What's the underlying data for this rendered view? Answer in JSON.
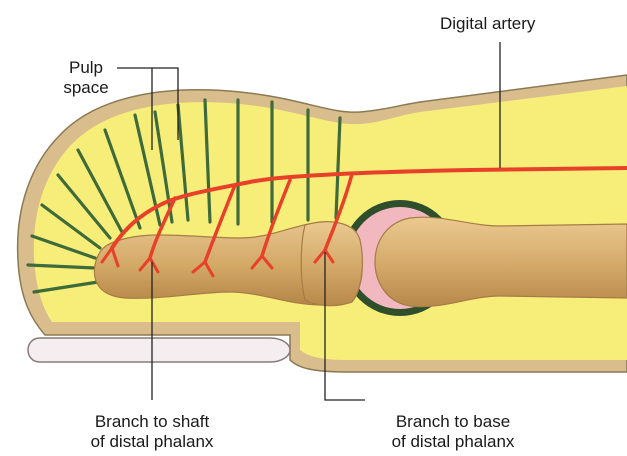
{
  "labels": {
    "digital_artery": "Digital artery",
    "pulp_space_line1": "Pulp",
    "pulp_space_line2": "space",
    "branch_shaft_line1": "Branch to shaft",
    "branch_shaft_line2": "of distal phalanx",
    "branch_base_line1": "Branch to base",
    "branch_base_line2": "of distal phalanx"
  },
  "colors": {
    "pulp": "#f7ee7a",
    "skin_outline": "#d6b98a",
    "septa": "#3f6b3a",
    "bone": "#d4aa6b",
    "bone_shadow": "#b98c4e",
    "artery": "#e8412a",
    "joint_cartilage": "#f2b8c0",
    "joint_capsule": "#2f4f2a",
    "nail": "#f4eef0",
    "leader": "#222222"
  }
}
